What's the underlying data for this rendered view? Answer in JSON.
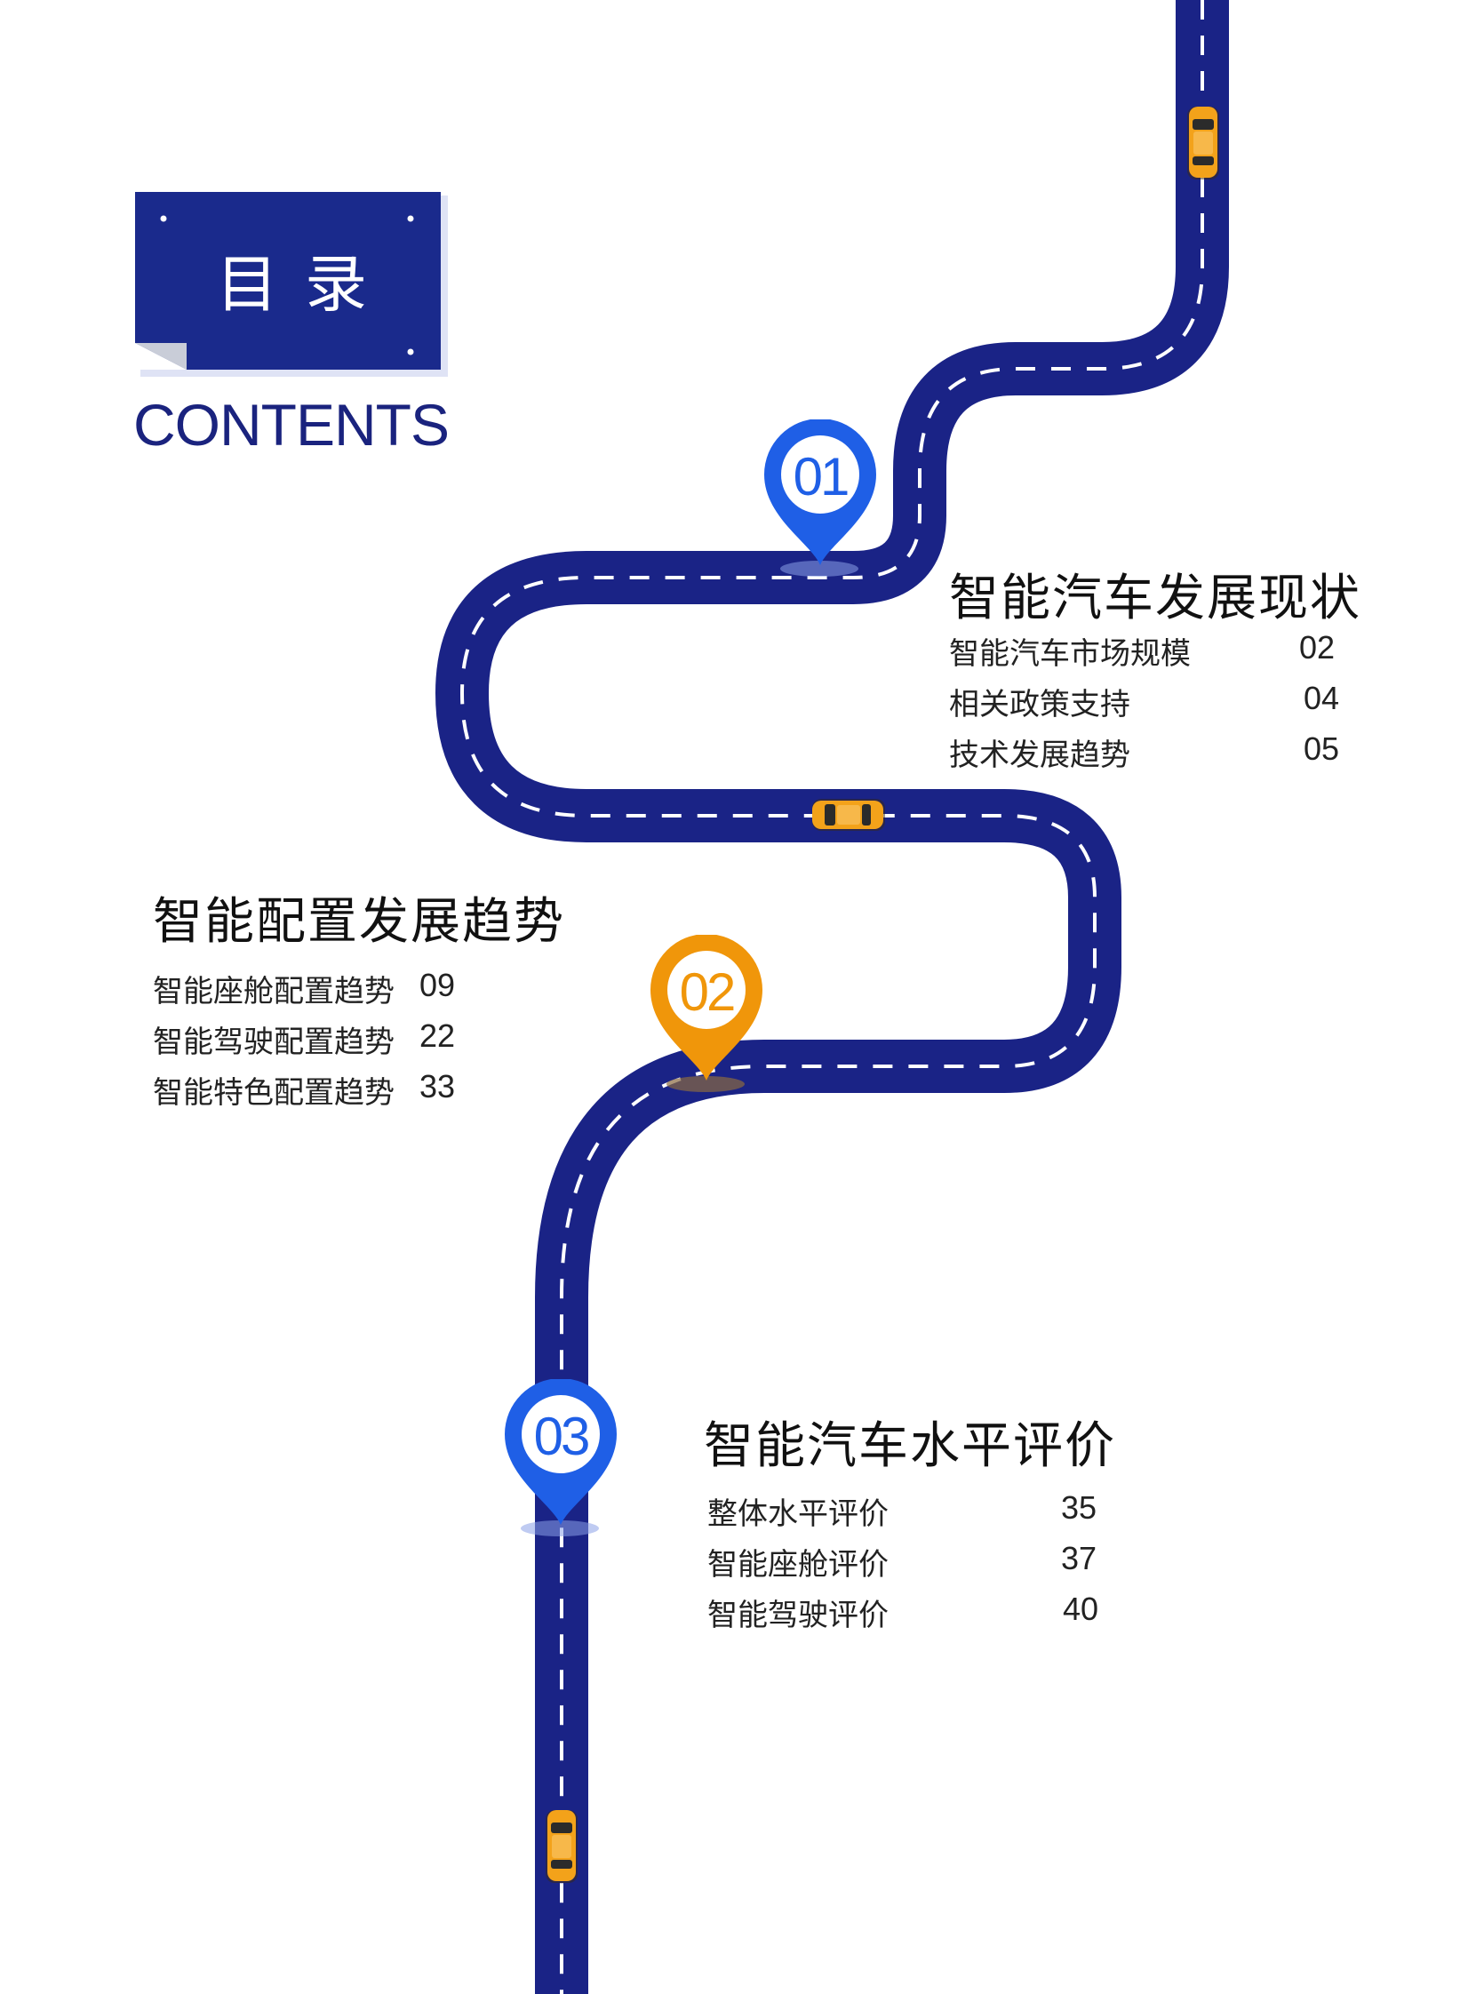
{
  "header": {
    "title": "目录",
    "subtitle": "CONTENTS"
  },
  "colors": {
    "road": "#1a2a9a",
    "road_edge": "#1a2386",
    "lane_marking": "#ffffff",
    "pin_blue": "#1f5fe6",
    "pin_orange": "#f0960a",
    "car": "#f3a21a",
    "title_box": "#1a2a8c",
    "contents_text": "#1a237e"
  },
  "sections": [
    {
      "marker": "01",
      "title": "智能汽车发展现状",
      "items": [
        {
          "label": "智能汽车市场规模",
          "page": "02"
        },
        {
          "label": "相关政策支持",
          "page": "04"
        },
        {
          "label": "技术发展趋势",
          "page": "05"
        }
      ]
    },
    {
      "marker": "02",
      "title": "智能配置发展趋势",
      "items": [
        {
          "label": "智能座舱配置趋势",
          "page": "09"
        },
        {
          "label": "智能驾驶配置趋势",
          "page": "22"
        },
        {
          "label": "智能特色配置趋势",
          "page": "33"
        }
      ]
    },
    {
      "marker": "03",
      "title": "智能汽车水平评价",
      "items": [
        {
          "label": "整体水平评价",
          "page": "35"
        },
        {
          "label": "智能座舱评价",
          "page": "37"
        },
        {
          "label": "智能驾驶评价",
          "page": "40"
        }
      ]
    }
  ],
  "icons": [
    "location-pin-icon",
    "car-icon",
    "road-path"
  ]
}
